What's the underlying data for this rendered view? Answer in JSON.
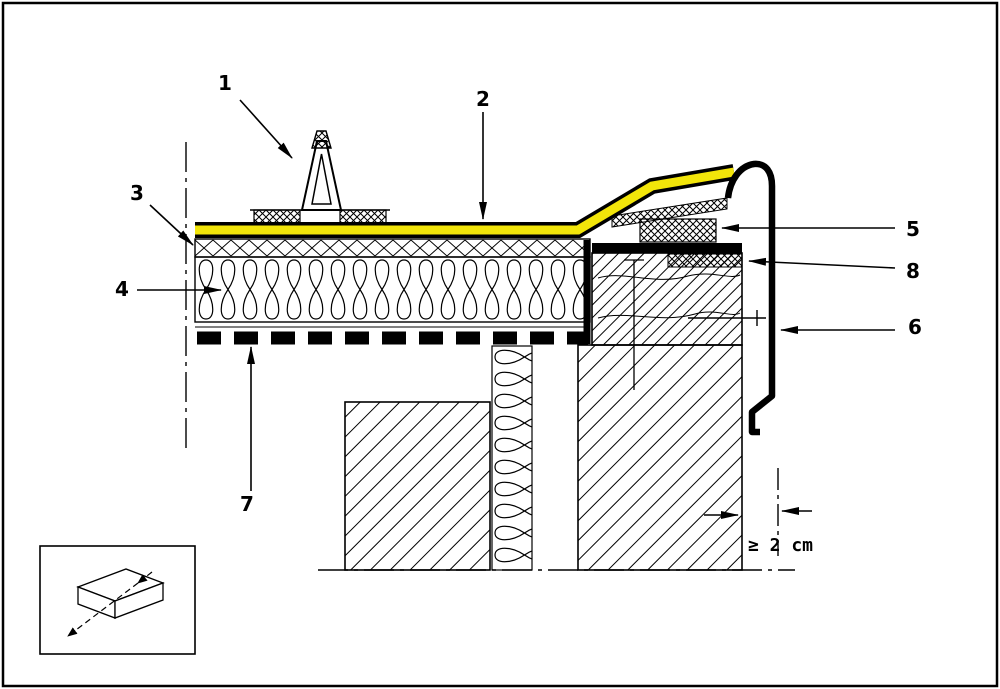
{
  "callouts": {
    "n1": "1",
    "n2": "2",
    "n3": "3",
    "n4": "4",
    "n5": "5",
    "n6": "6",
    "n7": "7",
    "n8": "8"
  },
  "dimension": {
    "label": "≥ 2 cm"
  },
  "colors": {
    "membrane_yellow": "#f2e50a",
    "ink": "#000000",
    "paper": "#ffffff"
  }
}
